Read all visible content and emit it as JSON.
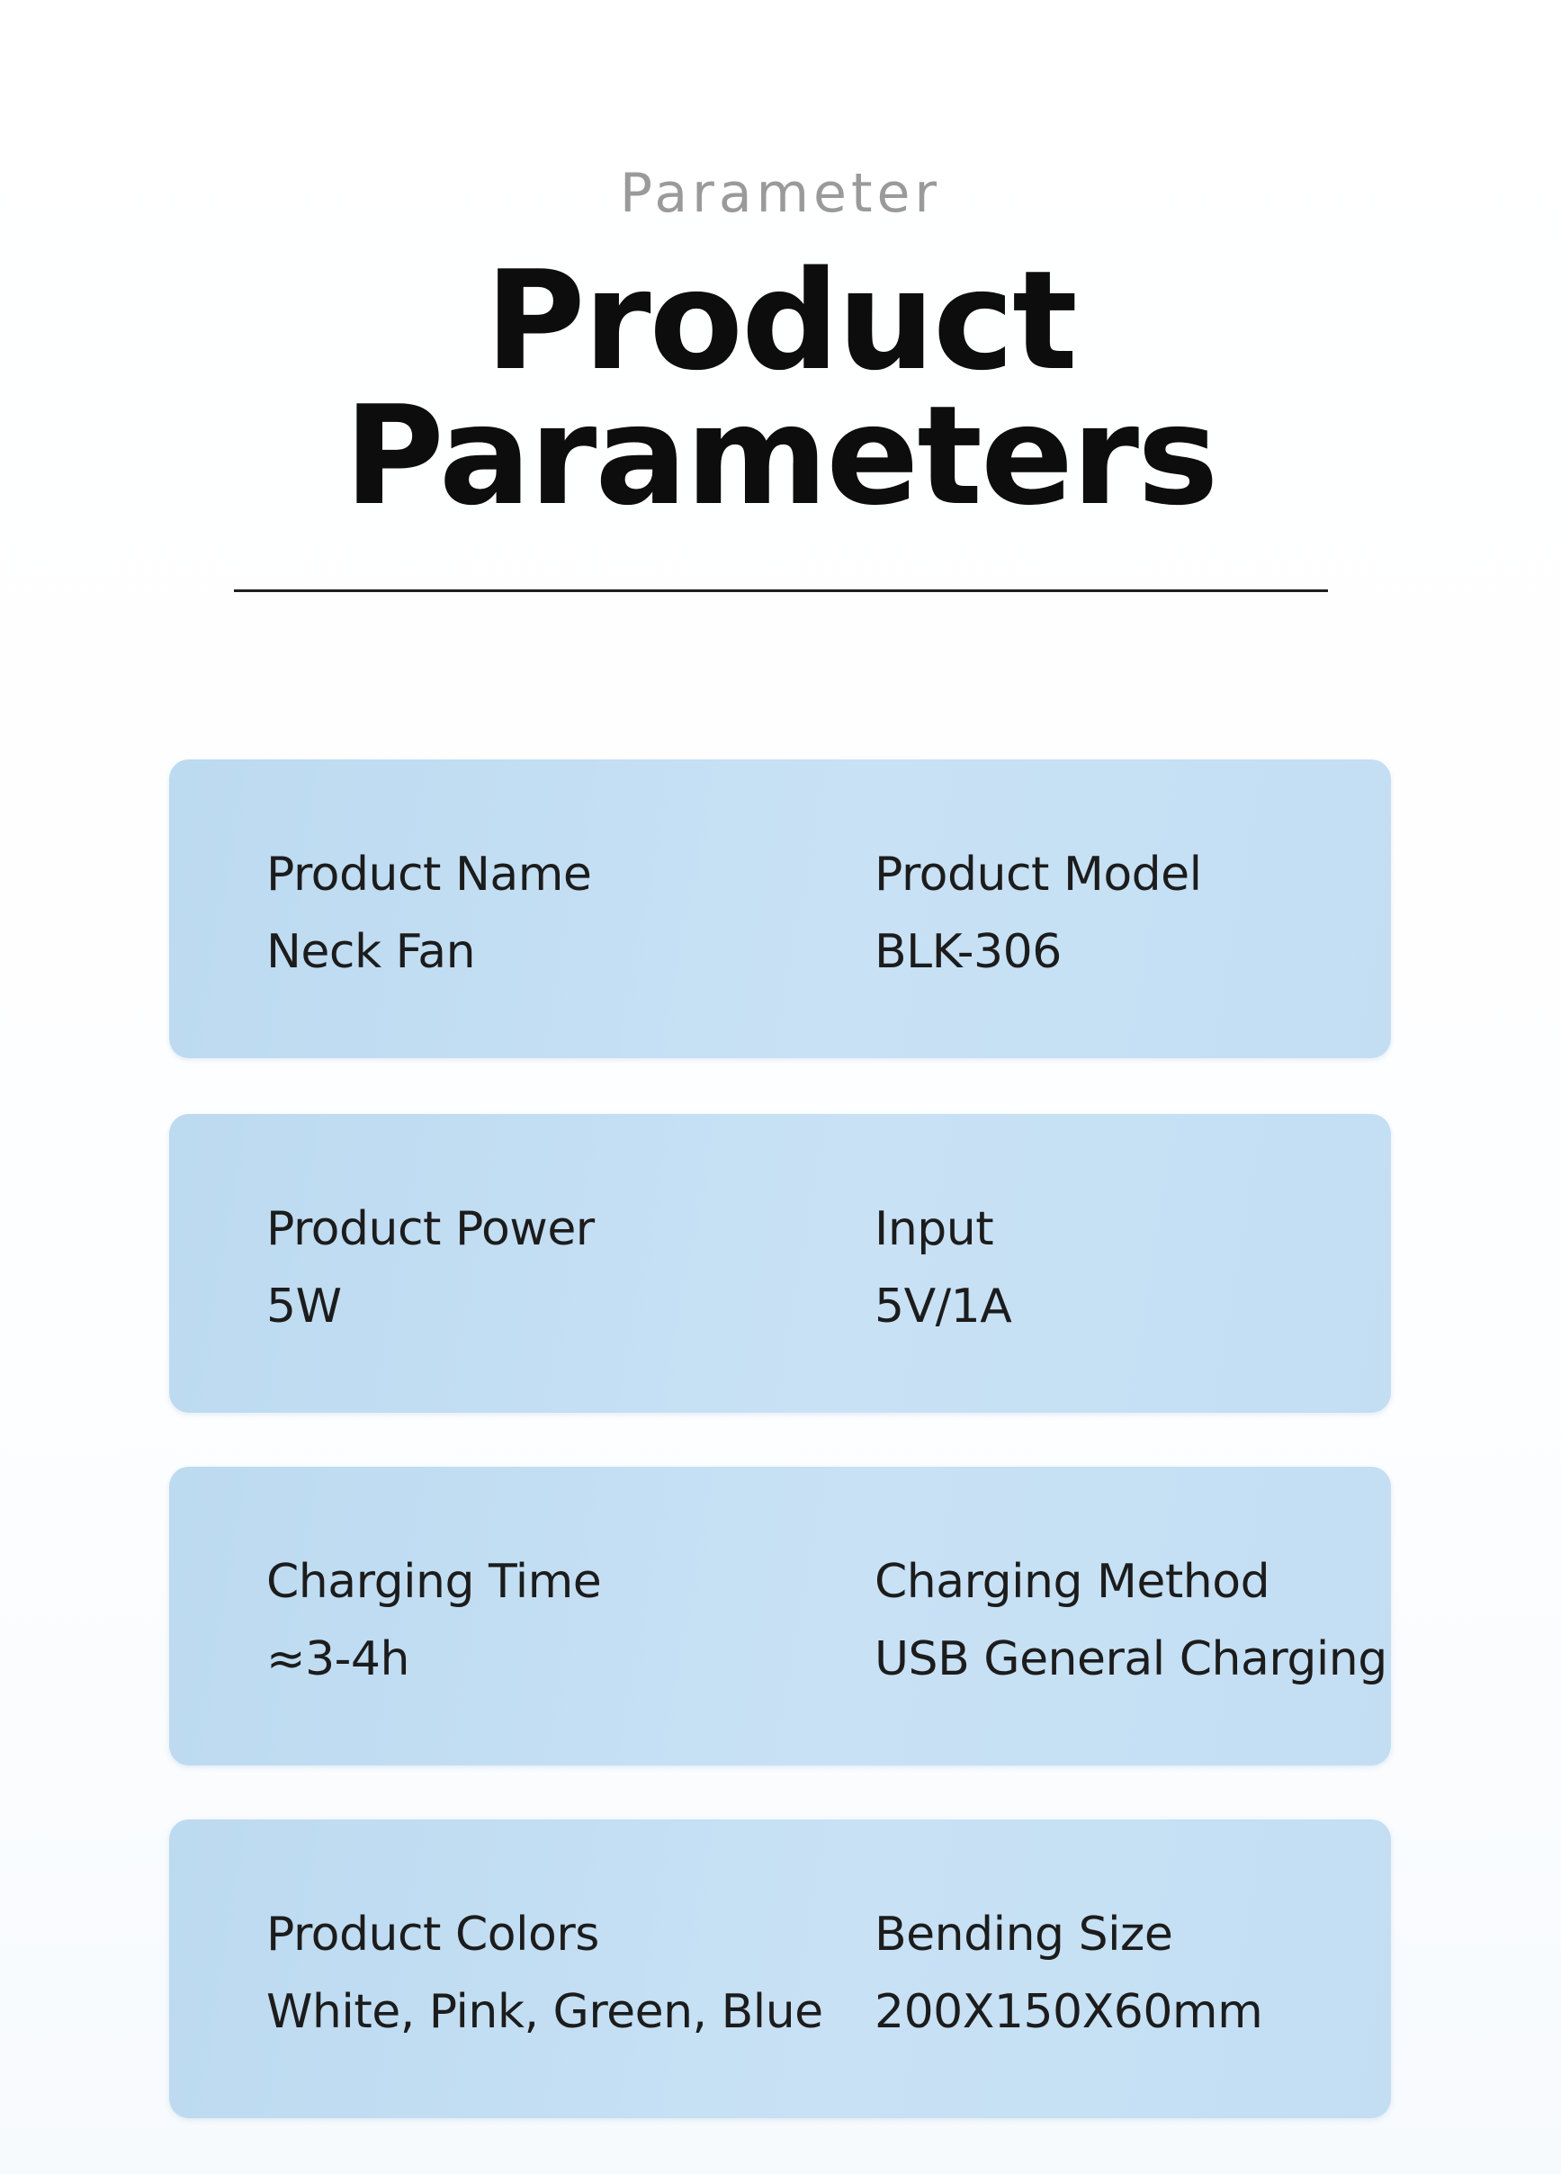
{
  "header": {
    "eyebrow": "Parameter",
    "title_line1": "Product",
    "title_line2": "Parameters"
  },
  "cards": [
    {
      "left": {
        "label": "Product Name",
        "value": "Neck Fan"
      },
      "right": {
        "label": "Product Model",
        "value": "BLK-306"
      }
    },
    {
      "left": {
        "label": "Product Power",
        "value": "5W"
      },
      "right": {
        "label": "Input",
        "value": "5V/1A"
      }
    },
    {
      "left": {
        "label": "Charging Time",
        "value": "≈3-4h"
      },
      "right": {
        "label": "Charging Method",
        "value": "USB General Charging"
      }
    },
    {
      "left": {
        "label": "Product Colors",
        "value": "White, Pink, Green, Blue"
      },
      "right": {
        "label": "Bending Size",
        "value": "200X150X60mm"
      }
    }
  ],
  "colors": {
    "card_background": "#c3def3",
    "title": "#0d0d0d",
    "eyebrow": "#9a9a9a"
  }
}
